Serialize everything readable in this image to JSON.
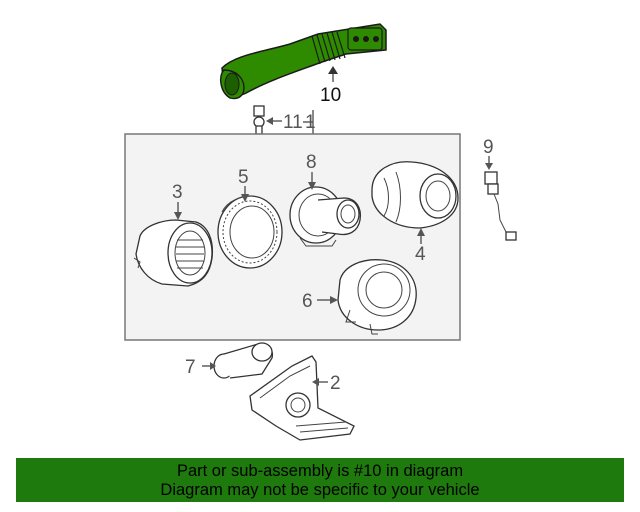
{
  "callouts": {
    "c1": "1",
    "c2": "2",
    "c3": "3",
    "c4": "4",
    "c5": "5",
    "c6": "6",
    "c7": "7",
    "c8": "8",
    "c9": "9",
    "c10": "10",
    "c11": "11"
  },
  "highlight_color": "#2e8b00",
  "banner": {
    "line1": "Part or sub-assembly is #10 in diagram",
    "line2": "Diagram may not be specific to your vehicle",
    "color": "#1f7a0d"
  }
}
